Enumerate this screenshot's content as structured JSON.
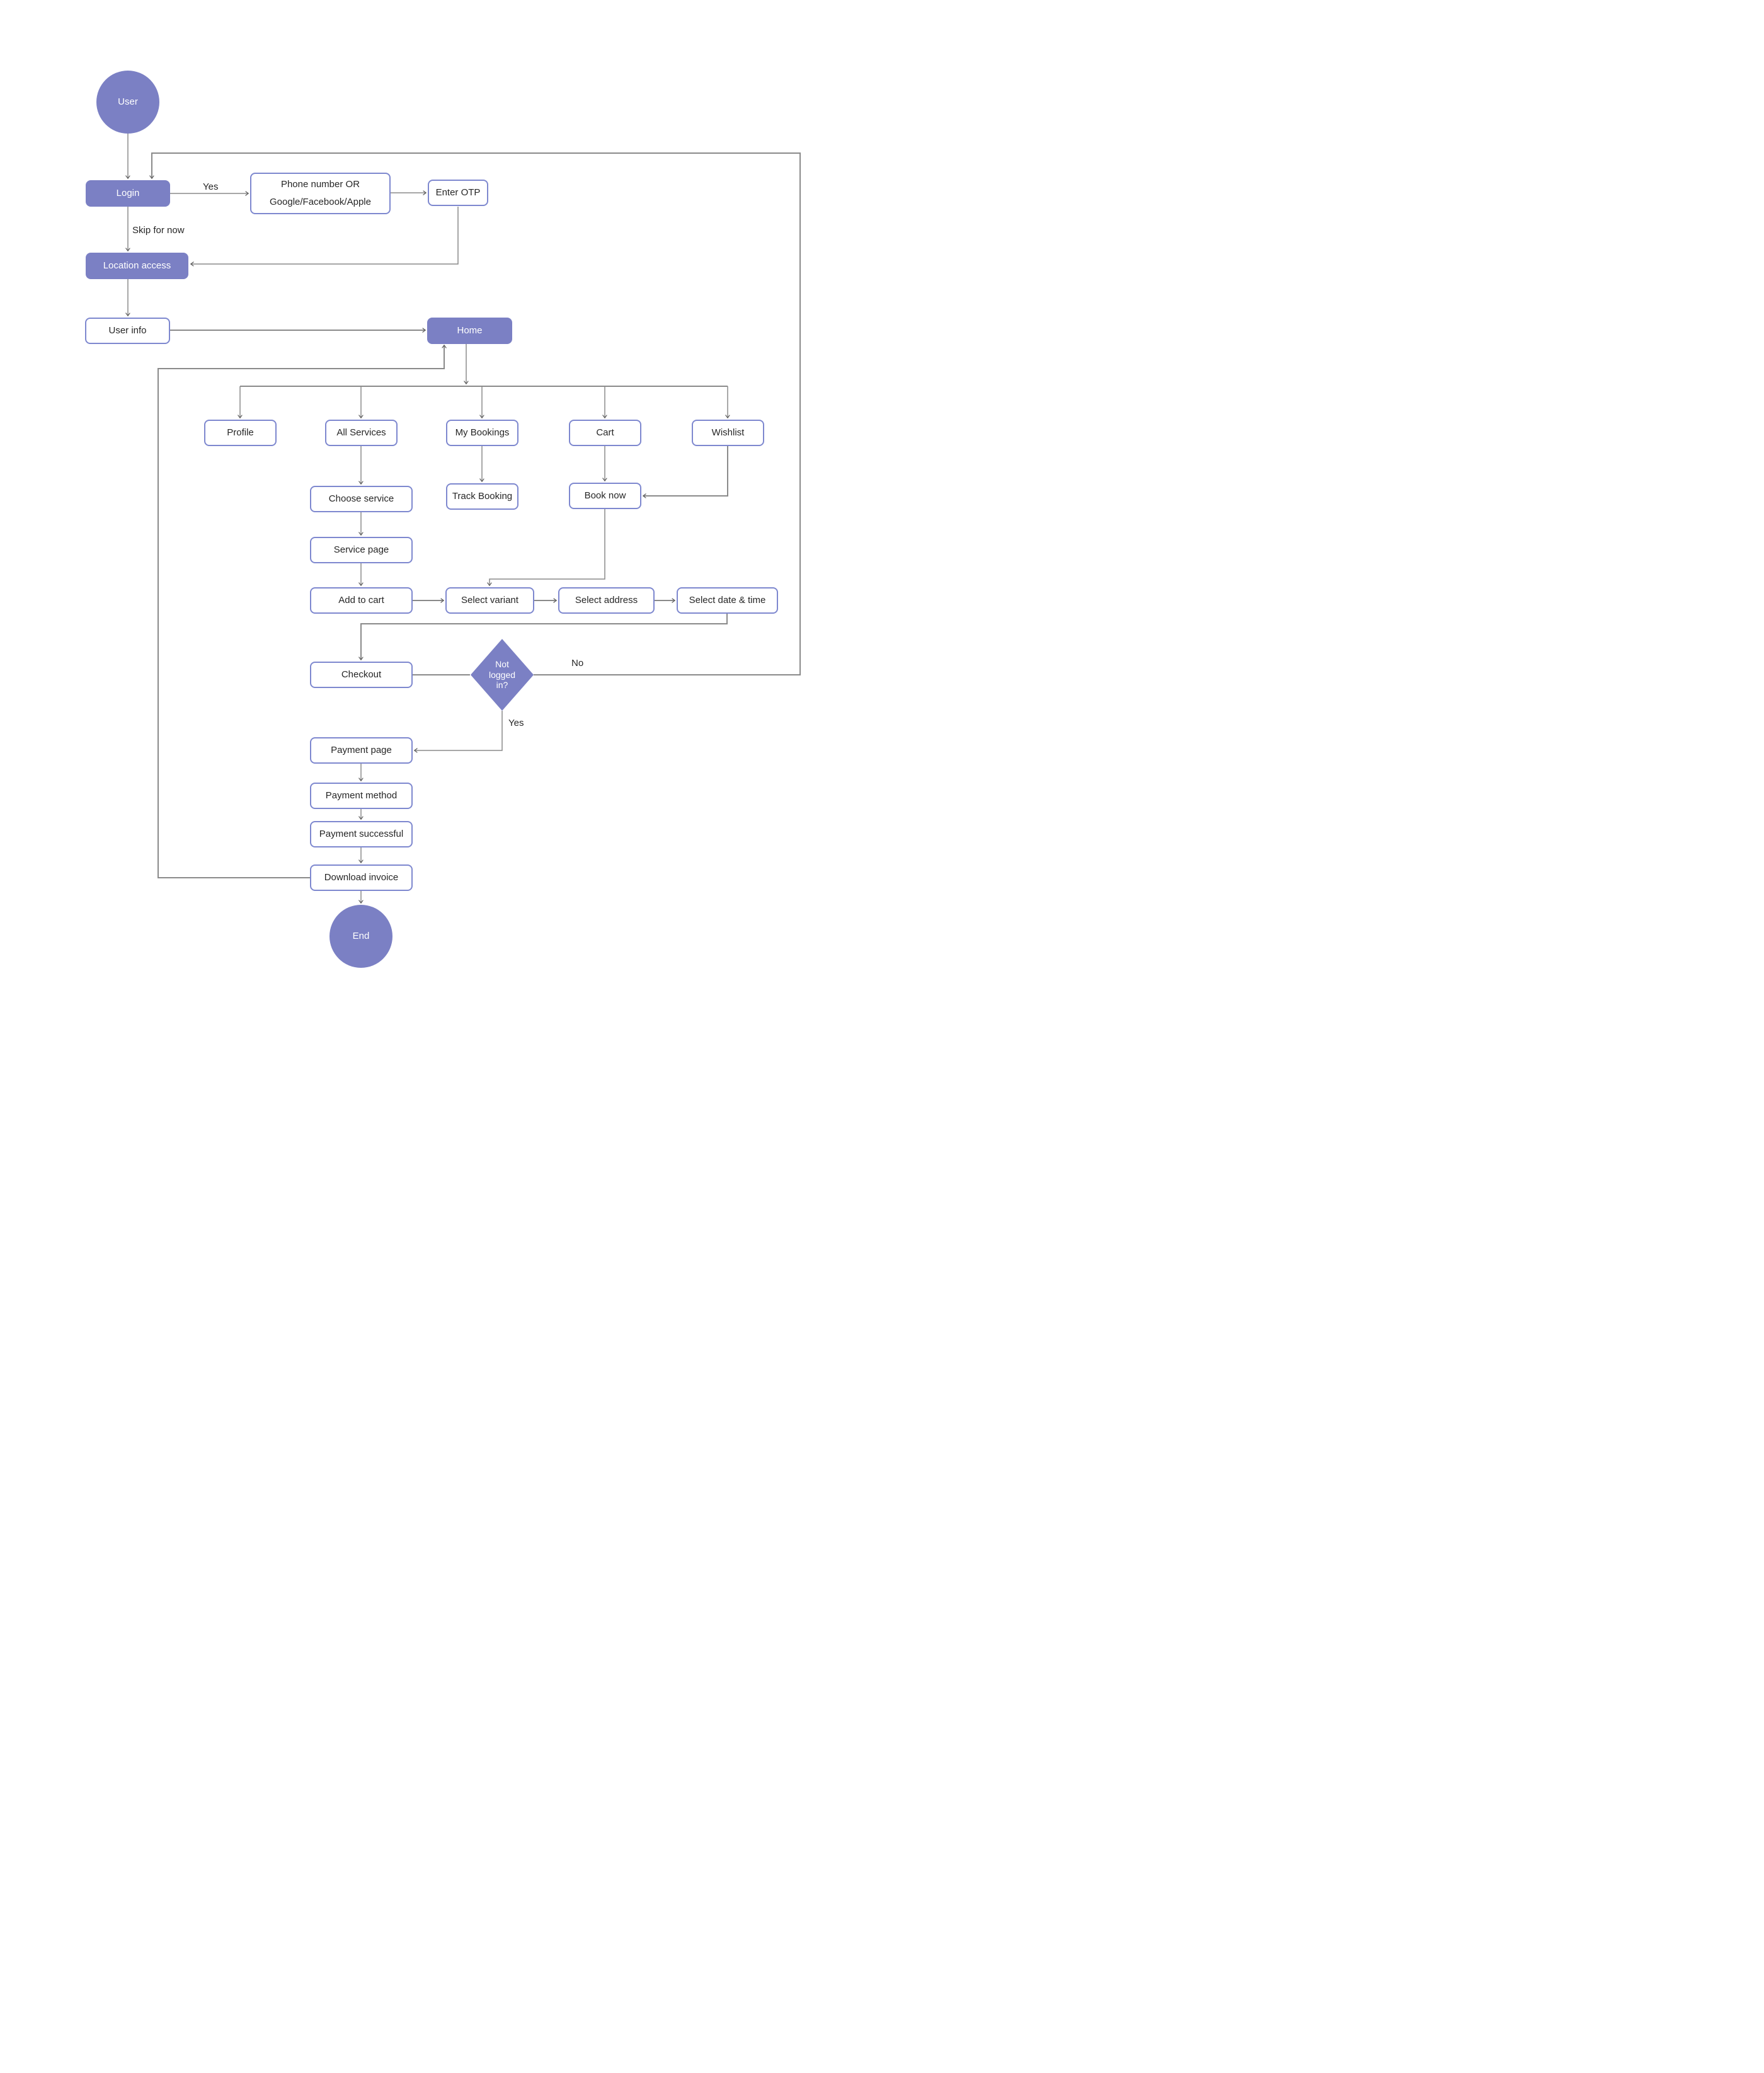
{
  "diagram": {
    "nodes": {
      "user": "User",
      "login": "Login",
      "phone_or_social": "Phone number OR\nGoogle/Facebook/Apple",
      "enter_otp": "Enter OTP",
      "location_access": "Location access",
      "user_info": "User info",
      "home": "Home",
      "profile": "Profile",
      "all_services": "All Services",
      "my_bookings": "My Bookings",
      "cart": "Cart",
      "wishlist": "Wishlist",
      "choose_service": "Choose service",
      "service_page": "Service page",
      "add_to_cart": "Add to cart",
      "track_booking": "Track Booking",
      "book_now": "Book now",
      "select_variant": "Select variant",
      "select_address": "Select address",
      "select_date_time": "Select date & time",
      "checkout": "Checkout",
      "not_logged_in": "Not logged in?",
      "payment_page": "Payment page",
      "payment_method": "Payment method",
      "payment_successful": "Payment successful",
      "download_invoice": "Download invoice",
      "end": "End"
    },
    "edge_labels": {
      "login_yes": "Yes",
      "skip_for_now": "Skip for now",
      "not_logged_no": "No",
      "not_logged_yes": "Yes"
    },
    "colors": {
      "node_fill": "#7b80c4",
      "node_border": "#7e88cf",
      "connector": "#8a8a8a",
      "arrowhead": "#5a5a5a",
      "text_dark": "#262626",
      "text_light": "#ffffff"
    }
  }
}
